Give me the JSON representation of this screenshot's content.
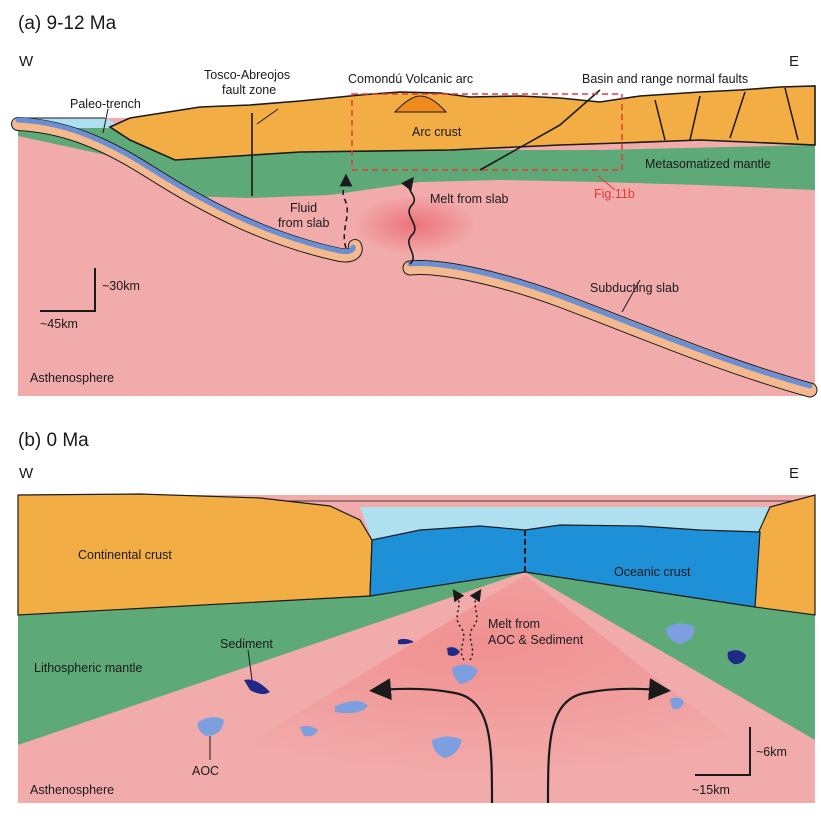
{
  "panel_a": {
    "title": "(a) 9-12 Ma",
    "west": "W",
    "east": "E",
    "labels": {
      "paleo_trench": "Paleo-trench",
      "fault_zone_line1": "Tosco-Abreojos",
      "fault_zone_line2": "fault zone",
      "volcanic_arc": "Comondú Volcanic arc",
      "normal_faults": "Basin and range normal faults",
      "arc_crust": "Arc crust",
      "metasomatized_mantle": "Metasomatized mantle",
      "fig_ref": "Fig.11b",
      "fluid_line1": "Fluid",
      "fluid_line2": "from slab",
      "melt": "Melt from slab",
      "subducting_slab": "Subducting slab",
      "asthenosphere": "Asthenosphere"
    },
    "scale": {
      "vertical": "~30km",
      "horizontal": "~45km"
    }
  },
  "panel_b": {
    "title": "(b) 0 Ma",
    "west": "W",
    "east": "E",
    "labels": {
      "continental_crust": "Continental crust",
      "oceanic_crust": "Oceanic crust",
      "lithospheric_mantle": "Lithospheric mantle",
      "sediment": "Sediment",
      "melt_line1": "Melt from",
      "melt_line2": "AOC & Sediment",
      "aoc": "AOC",
      "asthenosphere": "Asthenosphere"
    },
    "scale": {
      "vertical": "~6km",
      "horizontal": "~15km"
    }
  },
  "colors": {
    "asthenosphere": "#f2abab",
    "mantle_green": "#5da978",
    "crust_orange": "#f3ad45",
    "sea_light_blue": "#aee0f0",
    "oceanic_blue": "#1e90d8",
    "slab_blue": "#6b8fd2",
    "slab_peach": "#f5b990",
    "aoc_blue": "#7d9fe0",
    "sediment_navy": "#1f2a86",
    "arc_volcano": "#f08a1e",
    "fig_box_red": "#e53935"
  }
}
